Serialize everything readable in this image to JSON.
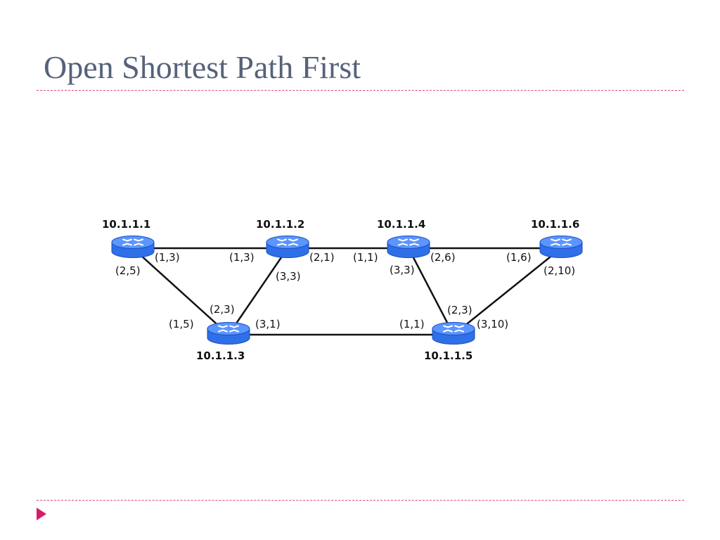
{
  "title": "Open Shortest Path First",
  "colors": {
    "title": "#56627a",
    "rule": "#e0477f",
    "bullet": "#d81a6a",
    "router_body": "#2f6fe8",
    "router_top": "#5b95ff",
    "router_rim": "#1a4fbf"
  },
  "routers": [
    {
      "id": "r1",
      "label": "10.1.1.1"
    },
    {
      "id": "r2",
      "label": "10.1.1.2"
    },
    {
      "id": "r3",
      "label": "10.1.1.3"
    },
    {
      "id": "r4",
      "label": "10.1.1.4"
    },
    {
      "id": "r5",
      "label": "10.1.1.5"
    },
    {
      "id": "r6",
      "label": "10.1.1.6"
    }
  ],
  "links": [
    {
      "id": "r1-r2",
      "from": "r1",
      "to": "r2",
      "from_label": "(1,3)",
      "to_label": "(1,3)"
    },
    {
      "id": "r1-r3",
      "from": "r1",
      "to": "r3",
      "from_label": "(2,5)",
      "to_label": "(1,5)"
    },
    {
      "id": "r2-r3",
      "from": "r2",
      "to": "r3",
      "from_label": "(3,3)",
      "to_label": "(2,3)"
    },
    {
      "id": "r2-r4",
      "from": "r2",
      "to": "r4",
      "from_label": "(2,1)",
      "to_label": "(1,1)"
    },
    {
      "id": "r3-r5",
      "from": "r3",
      "to": "r5",
      "from_label": "(3,1)",
      "to_label": "(1,1)"
    },
    {
      "id": "r4-r5",
      "from": "r4",
      "to": "r5",
      "from_label": "(3,3)",
      "to_label": "(2,3)"
    },
    {
      "id": "r4-r6",
      "from": "r4",
      "to": "r6",
      "from_label": "(2,6)",
      "to_label": "(1,6)"
    },
    {
      "id": "r5-r6",
      "from": "r5",
      "to": "r6",
      "from_label": "(3,10)",
      "to_label": "(2,10)"
    }
  ]
}
